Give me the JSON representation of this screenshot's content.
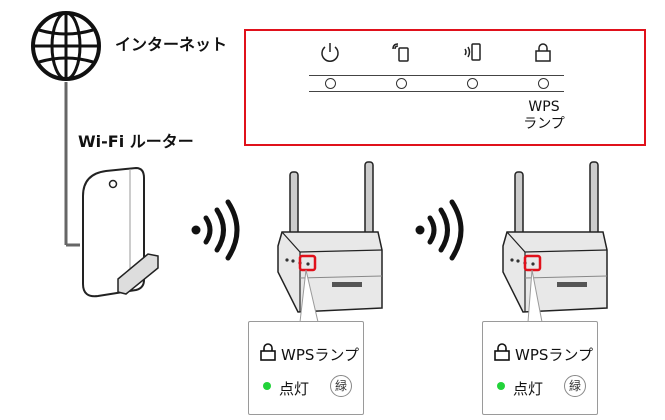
{
  "labels": {
    "internet": "インターネット",
    "router": "Wi-Fi ルーター"
  },
  "led_panel": {
    "icons": [
      "power-icon",
      "router-link-icon",
      "device-link-icon",
      "lock-icon"
    ],
    "wps_label_line1": "WPS",
    "wps_label_line2": "ランプ"
  },
  "callouts": [
    {
      "title": "WPSランプ",
      "status": "点灯",
      "color_char": "緑",
      "dot_color": "#22d33a"
    },
    {
      "title": "WPSランプ",
      "status": "点灯",
      "color_char": "緑",
      "dot_color": "#22d33a"
    }
  ],
  "colors": {
    "highlight_red": "#e0111b",
    "led_green": "#22d33a"
  }
}
